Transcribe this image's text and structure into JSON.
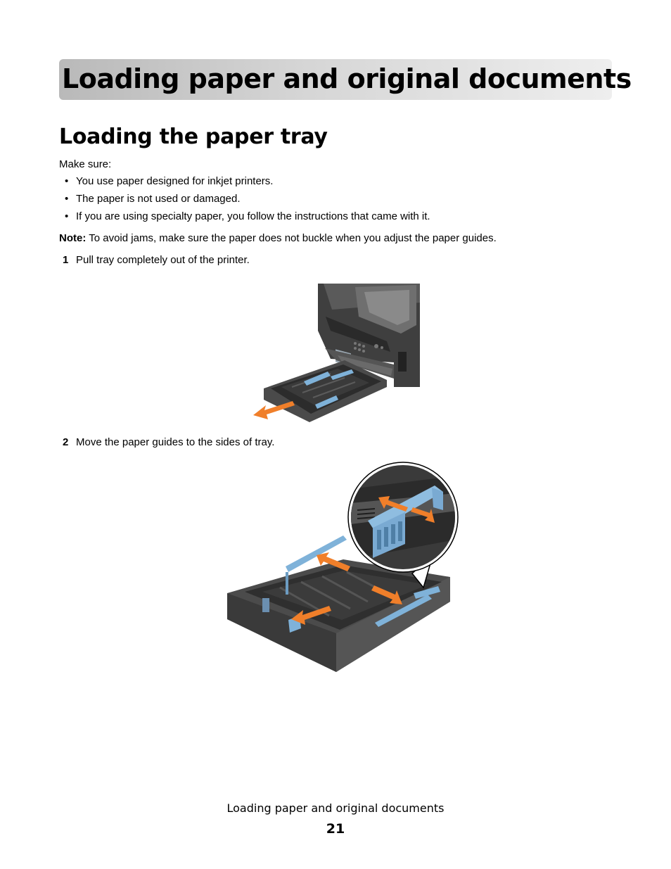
{
  "chapter": {
    "title": "Loading paper and original documents"
  },
  "section": {
    "title": "Loading the paper tray"
  },
  "intro": "Make sure:",
  "requirements": [
    "You use paper designed for inkjet printers.",
    "The paper is not used or damaged.",
    "If you are using specialty paper, you follow the instructions that came with it."
  ],
  "note": {
    "label": "Note:",
    "text": "To avoid jams, make sure the paper does not buckle when you adjust the paper guides."
  },
  "steps": [
    {
      "number": "1",
      "text": "Pull tray completely out of the printer."
    },
    {
      "number": "2",
      "text": "Move the paper guides to the sides of tray."
    }
  ],
  "footer": {
    "title": "Loading paper and original documents",
    "page_number": "21"
  },
  "colors": {
    "banner_dark": "#b9b9b9",
    "banner_light": "#eeeeee",
    "guide_blue": "#7fb2d9",
    "arrow_orange": "#f07f2a",
    "tray_gray": "#4a4a4a"
  }
}
